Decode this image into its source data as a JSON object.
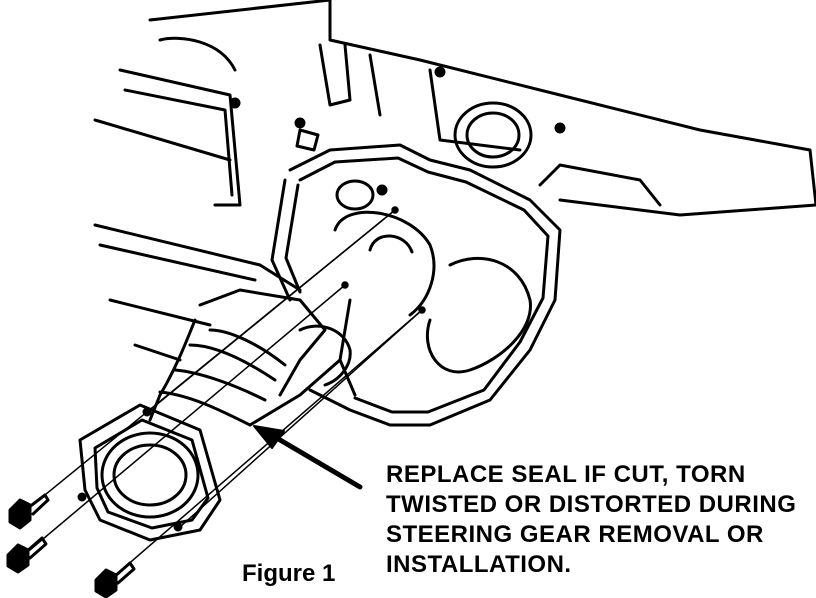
{
  "callout": {
    "lines": [
      "REPLACE SEAL IF CUT, TORN",
      "TWISTED OR DISTORTED DURING",
      "STEERING GEAR REMOVAL OR",
      "INSTALLATION."
    ]
  },
  "caption": "Figure 1",
  "colors": {
    "ink": "#000000",
    "paper": "#ffffff"
  }
}
